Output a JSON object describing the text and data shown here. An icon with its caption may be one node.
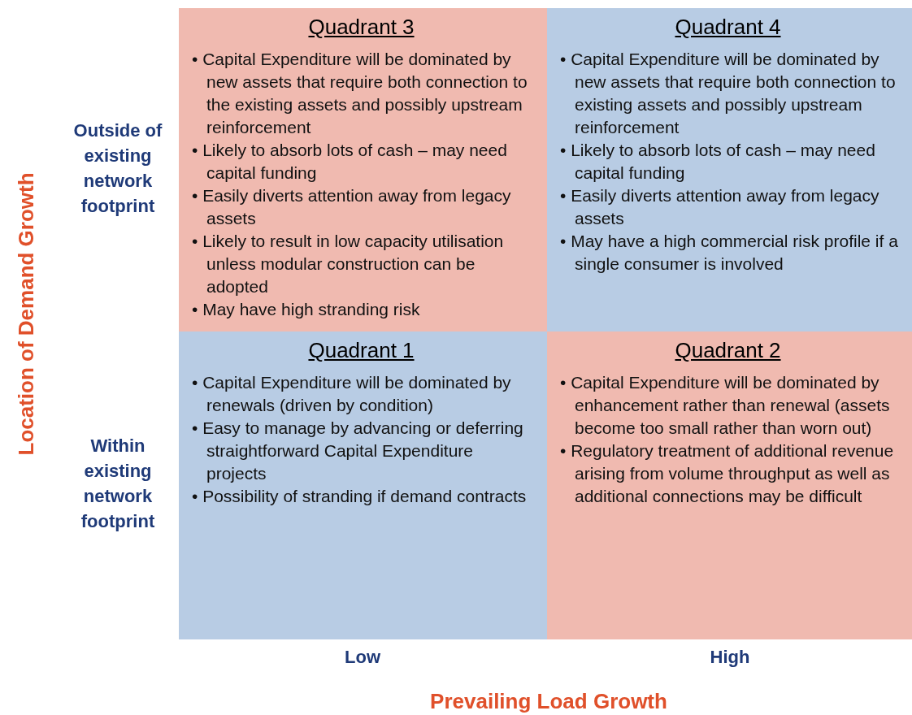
{
  "diagram": {
    "nodes": [
      {
        "text": [
          "Quadrant 3",
          "• Capital Expenditure will be dominated by new assets that require both connection to the existing assets and possibly upstream reinforcement",
          "• Likely to absorb lots of cash – may need capital funding",
          "• Easily diverts attention away from legacy assets",
          "• Likely to result in low capacity utilisation unless modular construction can be adopted",
          "• May have high stranding risk"
        ]
      },
      {
        "text": [
          "Quadrant 4",
          "• Capital Expenditure will be dominated by new assets that require both connection to existing assets and possibly upstream reinforcement",
          "• Likely to absorb lots of cash – may need capital funding",
          "• Easily diverts attention away from legacy assets",
          "• May have a high commercial risk profile if a single consumer is involved"
        ]
      },
      {
        "text": [
          "Quadrant 1",
          "• Capital Expenditure will be dominated by renewals (driven by condition)",
          "• Easy to manage by advancing or deferring straightforward Capital Expenditure projects",
          "• Possibility of stranding if demand contracts"
        ]
      },
      {
        "text": [
          "Quadrant 2",
          "• Capital Expenditure will be dominated by enhancement rather than renewal (assets become too small rather than worn out)",
          "• Regulatory treatment of additional revenue arising from volume throughput as well as additional connections may be difficult"
        ]
      }
    ],
    "edges": [],
    "labels": [
      "Location of Demand Growth",
      "Outside of existing network footprint",
      "Within existing network footprint",
      "Low",
      "High",
      "Prevailing Load Growth"
    ]
  }
}
